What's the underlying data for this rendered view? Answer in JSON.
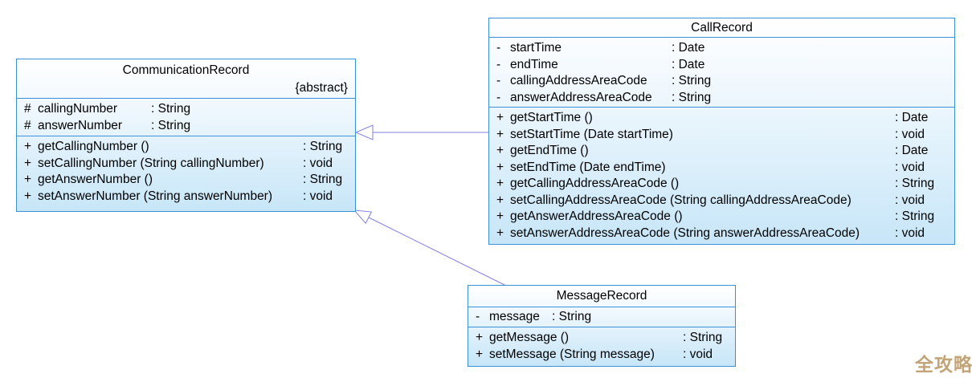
{
  "diagram": {
    "type": "uml-class-diagram",
    "classes": [
      {
        "id": "communication-record",
        "name": "CommunicationRecord",
        "stereotype": "{abstract}",
        "attributes": [
          {
            "vis": "#",
            "name": "callingNumber",
            "type": ": String"
          },
          {
            "vis": "#",
            "name": "answerNumber",
            "type": ": String"
          }
        ],
        "methods": [
          {
            "vis": "+",
            "name": "getCallingNumber ()",
            "type": ": String"
          },
          {
            "vis": "+",
            "name": "setCallingNumber (String callingNumber)",
            "type": ": void"
          },
          {
            "vis": "+",
            "name": "getAnswerNumber ()",
            "type": ": String"
          },
          {
            "vis": "+",
            "name": "setAnswerNumber (String answerNumber)",
            "type": ": void"
          }
        ]
      },
      {
        "id": "call-record",
        "name": "CallRecord",
        "stereotype": "",
        "attributes": [
          {
            "vis": "-",
            "name": "startTime",
            "type": ": Date"
          },
          {
            "vis": "-",
            "name": "endTime",
            "type": ": Date"
          },
          {
            "vis": "-",
            "name": "callingAddressAreaCode",
            "type": ": String"
          },
          {
            "vis": "-",
            "name": "answerAddressAreaCode",
            "type": ": String"
          }
        ],
        "methods": [
          {
            "vis": "+",
            "name": "getStartTime ()",
            "type": ": Date"
          },
          {
            "vis": "+",
            "name": "setStartTime (Date startTime)",
            "type": ": void"
          },
          {
            "vis": "+",
            "name": "getEndTime ()",
            "type": ": Date"
          },
          {
            "vis": "+",
            "name": "setEndTime (Date endTime)",
            "type": ": void"
          },
          {
            "vis": "+",
            "name": "getCallingAddressAreaCode ()",
            "type": ": String"
          },
          {
            "vis": "+",
            "name": "setCallingAddressAreaCode (String callingAddressAreaCode)",
            "type": ": void"
          },
          {
            "vis": "+",
            "name": "getAnswerAddressAreaCode ()",
            "type": ": String"
          },
          {
            "vis": "+",
            "name": "setAnswerAddressAreaCode (String answerAddressAreaCode)",
            "type": ": void"
          }
        ]
      },
      {
        "id": "message-record",
        "name": "MessageRecord",
        "stereotype": "",
        "attributes": [
          {
            "vis": "-",
            "name": "message",
            "type": ": String"
          }
        ],
        "methods": [
          {
            "vis": "+",
            "name": "getMessage ()",
            "type": ": String"
          },
          {
            "vis": "+",
            "name": "setMessage (String message)",
            "type": ": void"
          }
        ]
      }
    ],
    "relations": [
      {
        "type": "generalization",
        "from": "CallRecord",
        "to": "CommunicationRecord"
      },
      {
        "type": "generalization",
        "from": "MessageRecord",
        "to": "CommunicationRecord"
      }
    ],
    "colors": {
      "box_border": "#3a91d5",
      "box_fill_top": "#ffffff",
      "box_fill_bottom": "#c7e6f8",
      "relation_line": "#8282e2",
      "watermark": "#c3a478",
      "text": "#000000"
    }
  },
  "watermark": {
    "text": "全攻略"
  }
}
